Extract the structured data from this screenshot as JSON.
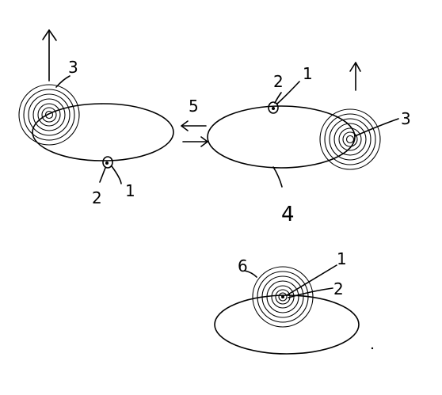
{
  "labels": {
    "l1": "1",
    "l2": "2",
    "l3": "3",
    "r1": "1",
    "r2": "2",
    "r3": "3",
    "r4": "4",
    "mid5": "5",
    "b1": "1",
    "b2": "2",
    "b6": "6"
  }
}
